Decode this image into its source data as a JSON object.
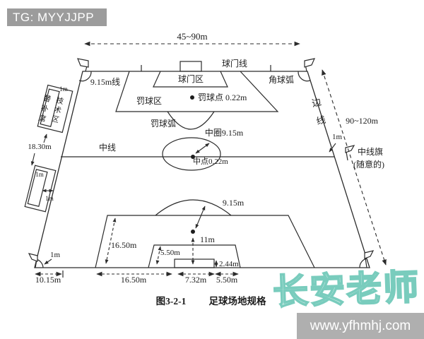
{
  "badge": {
    "text": "TG: MYYJJPP"
  },
  "colors": {
    "badge_bg": "#9c9c9c",
    "diagram_line": "#2b2b2b",
    "watermark_teal": "#79ccbd",
    "url_bar_bg": "#a4a4a4"
  },
  "labels": {
    "top_width": "45~90m",
    "goal_line": "球门线",
    "corner_arc": "角球弧",
    "nine15_line": "9.15m线",
    "goal_area": "球门区",
    "penalty_area": "罚球区",
    "penalty_spot": "罚球点 0.22m",
    "penalty_arc": "罚球弧",
    "center_circle": "中圈9.15m",
    "halfway_line": "中线",
    "center_spot": "中点0.22m",
    "touchline": "边线",
    "side_length": "90~120m",
    "flag_offset_1m": "1m",
    "halfway_flag": "中线旗",
    "halfway_flag_note": "(随意的)",
    "tech_area_1m": "1m",
    "tech_area": "技术区",
    "bench": "替补席",
    "bench_gap": "18.30m",
    "bench_1m_top": "1m",
    "bench_1m_side": "1m",
    "penalty_arc_radius": "9.15m",
    "penalty_depth": "16.50m",
    "penalty_spot_dist": "11m",
    "goal_area_depth": "5.50m",
    "goal_height": "2.44m",
    "corner_arc_1m": "1m",
    "dim_corner": "10.15m",
    "dim_penalty": "16.50m",
    "dim_goal_width": "7.32m",
    "dim_goal_area": "5.50m",
    "caption_fig": "图3-2-1",
    "caption_title": "足球场地规格"
  },
  "watermark": {
    "name": "长安老师",
    "url": "www.yfhmhj.com"
  }
}
